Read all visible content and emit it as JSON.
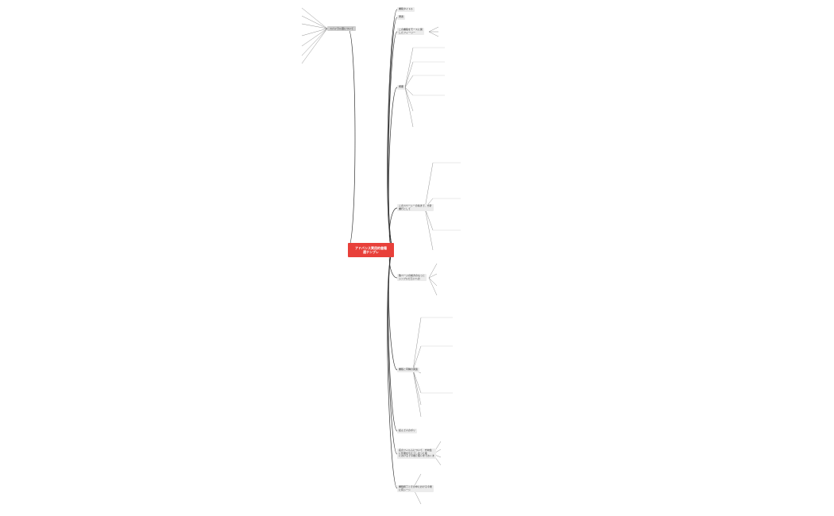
{
  "root": {
    "title": "アドバンス実用的書籍\n選テンプレ"
  },
  "left_label": "スパイラル図について",
  "branches": [
    {
      "label": "書籍タイトル"
    },
    {
      "label": "著者"
    },
    {
      "label": "この書籍をモースに関\nしたフィーリー"
    },
    {
      "label": "概要"
    },
    {
      "label": "このスペーシーの先まで、方針\n書行として"
    },
    {
      "label": "数ページの前方のもっと\nシンプルだろいへの"
    },
    {
      "label": "書籍と同種の関連"
    },
    {
      "label": "読んで人のボリ"
    },
    {
      "label": "名のフィルムについて、方向性\nに影響を与えてしまった後\nにおけるで今後に使いまでおくま"
    },
    {
      "label": "書籍終了とその中における今後\nに有シーン"
    }
  ]
}
